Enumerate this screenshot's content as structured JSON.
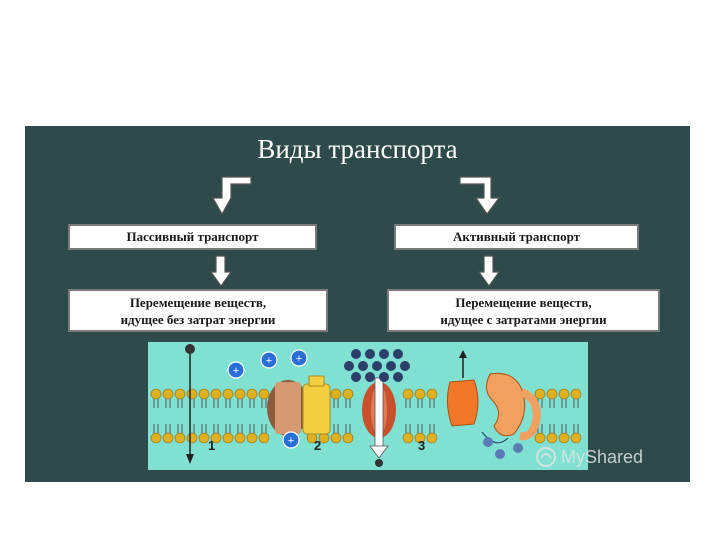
{
  "slide": {
    "title": "Виды транспорта",
    "passive": {
      "label": "Пассивный транспорт",
      "description_line1": "Перемещение веществ,",
      "description_line2": "идущее без затрат энергии"
    },
    "active": {
      "label": "Активный транспорт",
      "description_line1": "Перемещение веществ,",
      "description_line2": "идущее с затратами энергии"
    },
    "diagram": {
      "marks": [
        "1",
        "2",
        "3"
      ],
      "ion_symbol": "+"
    },
    "watermark": "MyShared"
  },
  "colors": {
    "slide_background": "#2f4a4a",
    "membrane_background": "#80e0d2",
    "lipid_head": "#e0b020",
    "ion": "#2a6fd6",
    "channel_brown": "#c98a62",
    "channel_yellow": "#f3d040",
    "channel_red": "#c8502a",
    "pump_orange": "#f07828"
  }
}
